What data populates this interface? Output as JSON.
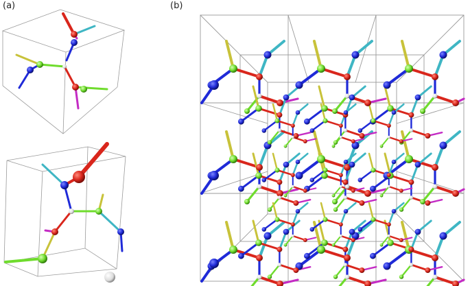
{
  "labels": {
    "a": "(a)",
    "b": "(b)"
  },
  "colors": {
    "red": "#d9261c",
    "blue": "#1f2ad8",
    "green": "#6fdc2d",
    "cyan": "#3fb6c4",
    "yellow": "#c8c23a",
    "magenta": "#c42bc4",
    "white": "#e6e6e6",
    "frame": "#9a9a9a"
  },
  "panels": [
    {
      "id": "a-top",
      "description_name": "cube-cell-a-top"
    },
    {
      "id": "a-bottom",
      "description_name": "cube-cell-a-bottom"
    },
    {
      "id": "b",
      "description_name": "crystal-lattice-b"
    }
  ]
}
